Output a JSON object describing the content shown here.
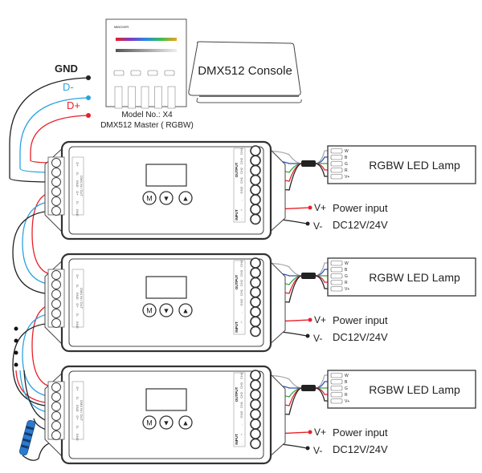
{
  "master": {
    "brand": "MiBOXER",
    "model": "Model No.: X4",
    "description": "DMX512 Master ( RGBW)"
  },
  "console": {
    "label": "DMX512 Console"
  },
  "bus_labels": {
    "gnd": "GND",
    "dminus": "D-",
    "dplus": "D+"
  },
  "decoder": {
    "buttons": [
      "M",
      "▼",
      "▲"
    ],
    "dmx_header": "DMX IN / OUT",
    "dmx_terminals": [
      "D+",
      "D-",
      "GND",
      "D+",
      "D-",
      "GND"
    ],
    "output_header": "OUTPUT",
    "output_terminals": [
      "CH4",
      "CH3",
      "CH2",
      "CH1",
      "GND"
    ],
    "input_header": "INPUT",
    "input_terminals": [
      "-",
      "+",
      "-"
    ]
  },
  "lamp": {
    "label": "RGBW LED Lamp",
    "pins": [
      "W",
      "B",
      "G",
      "R",
      "V+"
    ]
  },
  "power": {
    "vplus": "V+",
    "vminus": "V-",
    "label": "Power input",
    "voltage": "DC12V/24V"
  },
  "colors": {
    "dplus": "#e8202a",
    "dminus": "#29a3e0",
    "gnd": "#222222",
    "w": "#aaaaaa",
    "b": "#2b4fb5",
    "g": "#2aa84a",
    "r": "#e8202a",
    "resistor": "#2a7bd0"
  },
  "units": [
    {
      "id": 1
    },
    {
      "id": 2
    },
    {
      "id": 3
    }
  ]
}
